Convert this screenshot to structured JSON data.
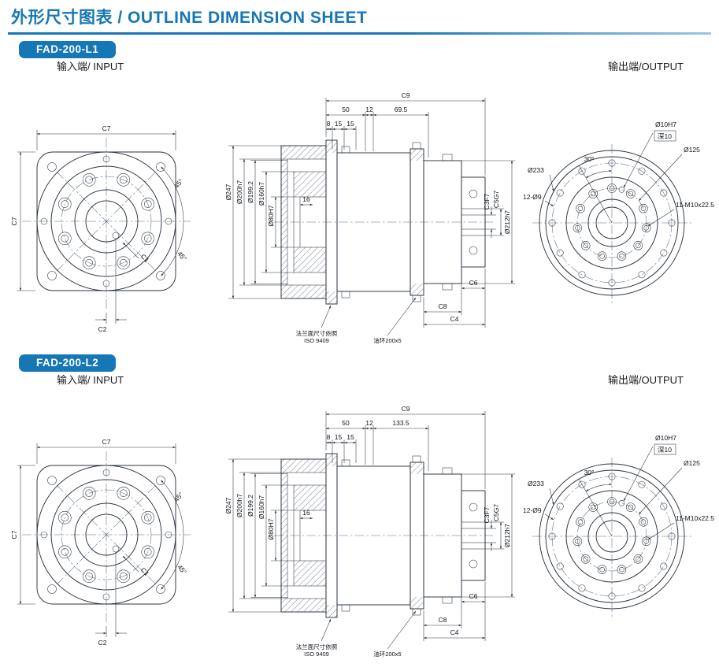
{
  "page": {
    "title": "外形尺寸图表 / OUTLINE DIMENSION SHEET",
    "accent_color": "#1577b5"
  },
  "sections": [
    {
      "badge": "FAD-200-L1",
      "input": {
        "label": "输入端/ INPUT",
        "dims": {
          "c7_top": "C7",
          "c7_left": "C7",
          "angle_tr": "45°",
          "angle_br": "45°",
          "c1": "C1",
          "c2": "C2"
        }
      },
      "section": {
        "dims": {
          "c9": "C9",
          "d50": "50",
          "d12": "12",
          "dmid": "69.5",
          "d8": "8",
          "d15a": "15",
          "d15b": "15",
          "dia247": "Ø247",
          "dia200": "Ø200h7",
          "dia199": "Ø199.2",
          "dia160": "Ø160h7",
          "dia80": "Ø80H7",
          "d16": "16",
          "c3": "C3F7",
          "c5": "C5G7",
          "dia212": "Ø212h7",
          "c6": "C6",
          "c8": "C8",
          "c4": "C4",
          "note_flange_line1": "法兰面尺寸依照",
          "note_flange_line2": "ISO 9409",
          "note_oring": "油环200x5"
        }
      },
      "output": {
        "label": "输出端/OUTPUT",
        "dims": {
          "angle30": "30°",
          "dia10": "Ø10H7",
          "depth10": "深10",
          "dia125": "Ø125",
          "dia233": "Ø233",
          "m10": "11-M10x22.5",
          "holes12": "12-Ø9"
        }
      }
    },
    {
      "badge": "FAD-200-L2",
      "input": {
        "label": "输入端/ INPUT",
        "dims": {
          "c7_top": "C7",
          "c7_left": "C7",
          "angle_tr": "45°",
          "angle_br": "45°",
          "c1": "C1",
          "c2": "C2"
        }
      },
      "section": {
        "dims": {
          "c9": "C9",
          "d50": "50",
          "d12": "12",
          "dmid": "133.5",
          "d8": "8",
          "d15a": "15",
          "d15b": "15",
          "dia247": "Ø247",
          "dia200": "Ø200h7",
          "dia199": "Ø199.2",
          "dia160": "Ø160h7",
          "dia80": "Ø80H7",
          "d16": "16",
          "c3": "C3F7",
          "c5": "C5G7",
          "dia212": "Ø212h7",
          "c6": "C6",
          "c8": "C8",
          "c4": "C4",
          "note_flange_line1": "法兰面尺寸依照",
          "note_flange_line2": "ISO 9409",
          "note_oring": "油环200x5"
        }
      },
      "output": {
        "label": "输出端/OUTPUT",
        "dims": {
          "angle30": "30°",
          "dia10": "Ø10H7",
          "depth10": "深10",
          "dia125": "Ø125",
          "dia233": "Ø233",
          "m10": "11-M10x22.5",
          "holes12": "12-Ø9"
        }
      }
    }
  ]
}
